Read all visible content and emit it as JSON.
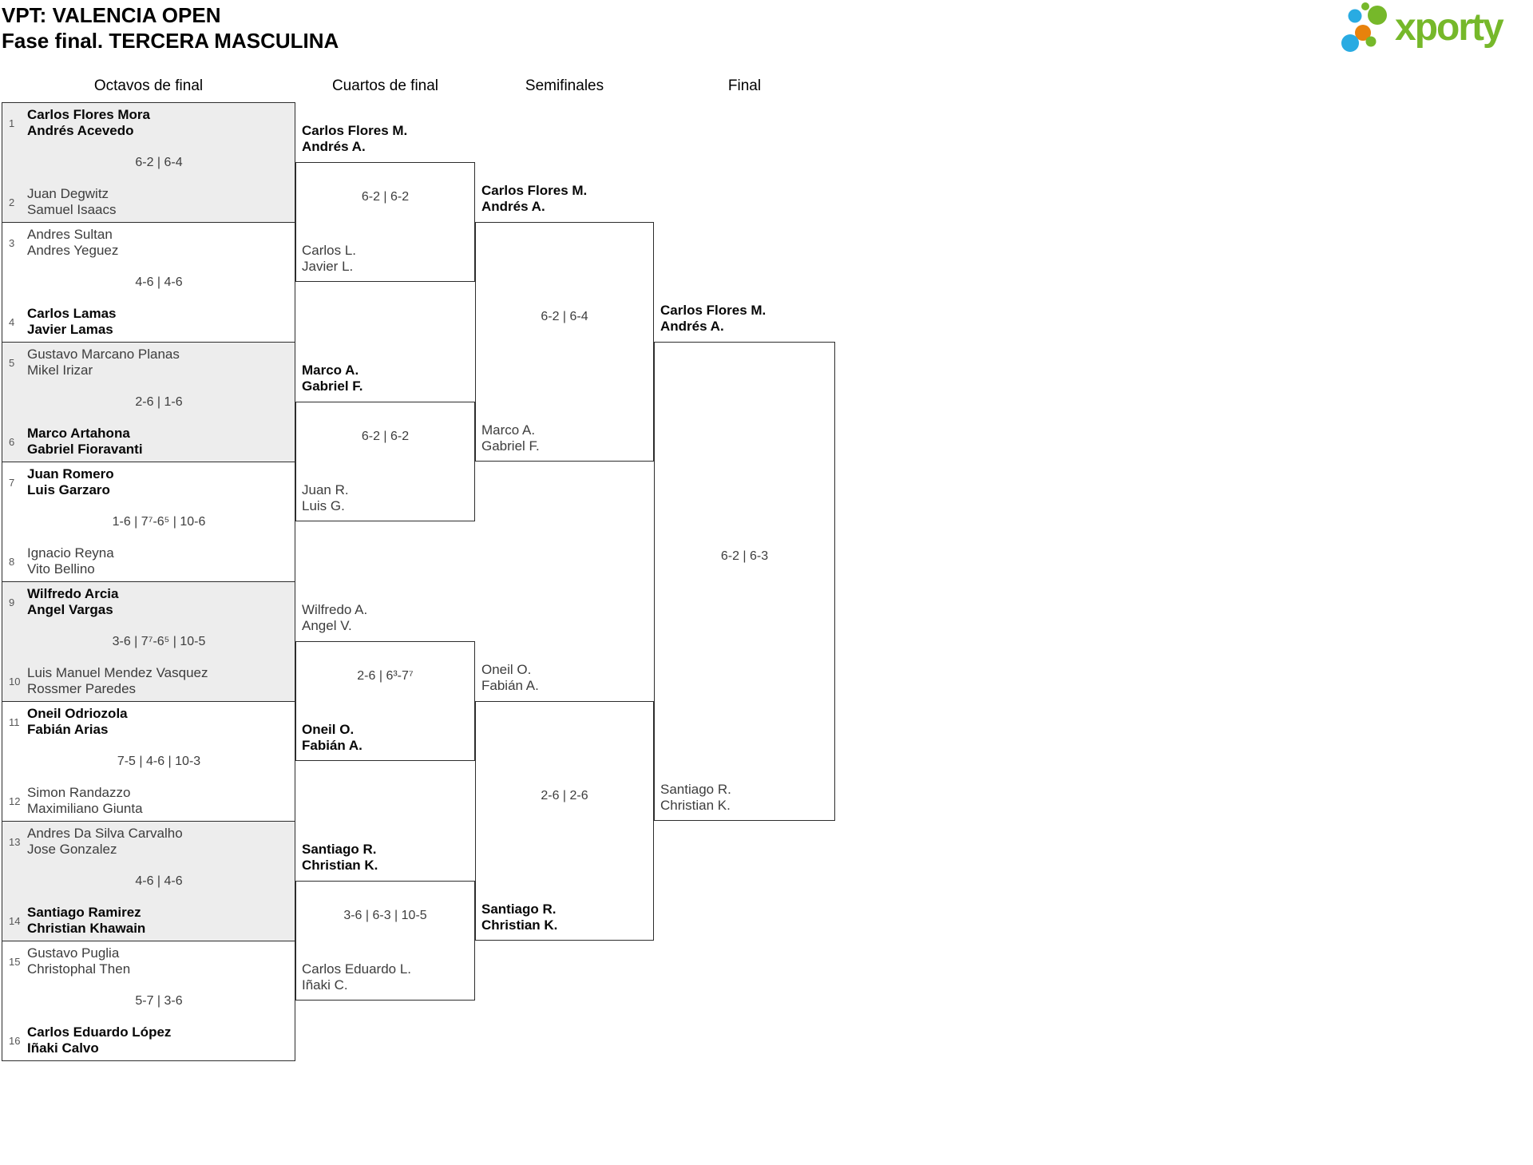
{
  "header": {
    "title_line1": "VPT: VALENCIA OPEN",
    "title_line2": "Fase final. TERCERA MASCULINA",
    "logo_text": "xporty",
    "logo_colors": {
      "green": "#76b82a",
      "blue": "#29abe2",
      "orange": "#e8820c"
    }
  },
  "rounds": [
    "Octavos de final",
    "Cuartos de final",
    "Semifinales",
    "Final"
  ],
  "bracket": {
    "octavos": [
      {
        "seed_a": "1",
        "team_a": [
          "Carlos Flores Mora",
          "Andrés Acevedo"
        ],
        "score": "6-2 | 6-4",
        "seed_b": "2",
        "team_b": [
          "Juan Degwitz",
          "Samuel Isaacs"
        ],
        "winner": "a"
      },
      {
        "seed_a": "3",
        "team_a": [
          "Andres Sultan",
          "Andres Yeguez"
        ],
        "score": "4-6 | 4-6",
        "seed_b": "4",
        "team_b": [
          "Carlos Lamas",
          "Javier Lamas"
        ],
        "winner": "b"
      },
      {
        "seed_a": "5",
        "team_a": [
          "Gustavo Marcano Planas",
          "Mikel Irizar"
        ],
        "score": "2-6 | 1-6",
        "seed_b": "6",
        "team_b": [
          "Marco Artahona",
          "Gabriel Fioravanti"
        ],
        "winner": "b"
      },
      {
        "seed_a": "7",
        "team_a": [
          "Juan Romero",
          "Luis Garzaro"
        ],
        "score": "1-6 | 7⁷-6⁵ | 10-6",
        "seed_b": "8",
        "team_b": [
          "Ignacio Reyna",
          "Vito Bellino"
        ],
        "winner": "a"
      },
      {
        "seed_a": "9",
        "team_a": [
          "Wilfredo Arcia",
          "Angel Vargas"
        ],
        "score": "3-6 | 7⁷-6⁵ | 10-5",
        "seed_b": "10",
        "team_b": [
          "Luis Manuel Mendez Vasquez",
          "Rossmer Paredes"
        ],
        "winner": "a"
      },
      {
        "seed_a": "11",
        "team_a": [
          "Oneil Odriozola",
          "Fabián Arias"
        ],
        "score": "7-5 | 4-6 | 10-3",
        "seed_b": "12",
        "team_b": [
          "Simon Randazzo",
          "Maximiliano Giunta"
        ],
        "winner": "a"
      },
      {
        "seed_a": "13",
        "team_a": [
          "Andres Da Silva Carvalho",
          "Jose Gonzalez"
        ],
        "score": "4-6 | 4-6",
        "seed_b": "14",
        "team_b": [
          "Santiago Ramirez",
          "Christian Khawain"
        ],
        "winner": "b"
      },
      {
        "seed_a": "15",
        "team_a": [
          "Gustavo Puglia",
          "Christophal Then"
        ],
        "score": "5-7 | 3-6",
        "seed_b": "16",
        "team_b": [
          "Carlos Eduardo López",
          "Iñaki Calvo"
        ],
        "winner": "b"
      }
    ],
    "cuartos": [
      {
        "team_a": [
          "Carlos Flores M.",
          "Andrés A."
        ],
        "score": "6-2 | 6-2",
        "team_b": [
          "Carlos L.",
          "Javier L."
        ],
        "winner": "a"
      },
      {
        "team_a": [
          "Marco A.",
          "Gabriel F."
        ],
        "score": "6-2 | 6-2",
        "team_b": [
          "Juan R.",
          "Luis G."
        ],
        "winner": "a"
      },
      {
        "team_a": [
          "Wilfredo A.",
          "Angel V."
        ],
        "score": "2-6 | 6³-7⁷",
        "team_b": [
          "Oneil O.",
          "Fabián A."
        ],
        "winner": "b"
      },
      {
        "team_a": [
          "Santiago R.",
          "Christian K."
        ],
        "score": "3-6 | 6-3 | 10-5",
        "team_b": [
          "Carlos Eduardo L.",
          "Iñaki C."
        ],
        "winner": "a"
      }
    ],
    "semifinales": [
      {
        "team_a": [
          "Carlos Flores M.",
          "Andrés A."
        ],
        "score": "6-2 | 6-4",
        "team_b": [
          "Marco A.",
          "Gabriel F."
        ],
        "winner": "a"
      },
      {
        "team_a": [
          "Oneil O.",
          "Fabián A."
        ],
        "score": "2-6 | 2-6",
        "team_b": [
          "Santiago R.",
          "Christian K."
        ],
        "winner": "b"
      }
    ],
    "final": [
      {
        "team_a": [
          "Carlos Flores M.",
          "Andrés A."
        ],
        "score": "6-2 | 6-3",
        "team_b": [
          "Santiago R.",
          "Christian K."
        ],
        "winner": "a"
      }
    ]
  }
}
